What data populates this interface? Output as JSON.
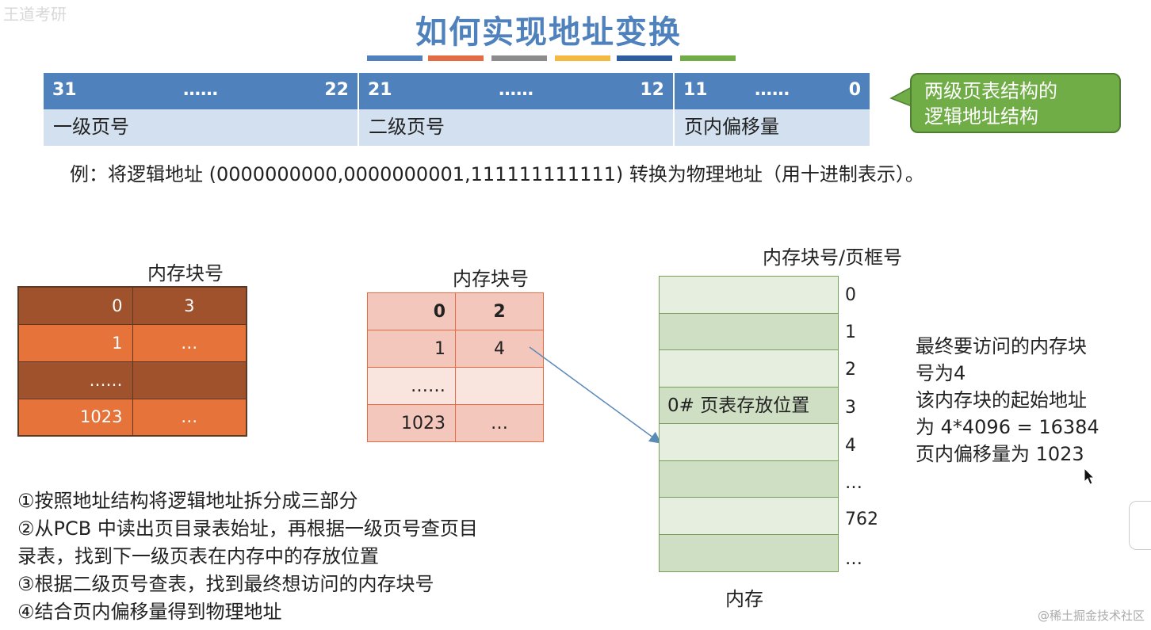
{
  "watermark_top_left": "王道考研",
  "watermark_bottom_right": "@稀土掘金技术社区",
  "title": "如何实现地址变换",
  "title_bar_colors": [
    "#4f81bd",
    "#e36c45",
    "#8c8c8c",
    "#f5b942",
    "#2e5da0",
    "#70ad47"
  ],
  "address_structure": {
    "segments": [
      {
        "high": "31",
        "dots": "……",
        "low": "22",
        "name": "一级页号"
      },
      {
        "high": "21",
        "dots": "……",
        "low": "12",
        "name": "二级页号"
      },
      {
        "high": "11",
        "dots": "……",
        "low": "0",
        "name": "页内偏移量"
      }
    ]
  },
  "callout": {
    "line1": "两级页表结构的",
    "line2": "逻辑地址结构"
  },
  "example": "例：将逻辑地址 (0000000000,0000000001,111111111111) 转换为物理地址（用十进制表示）。",
  "table1": {
    "label": "内存块号",
    "rows": [
      [
        "0",
        "3"
      ],
      [
        "1",
        "…"
      ],
      [
        "……",
        ""
      ],
      [
        "1023",
        "…"
      ]
    ]
  },
  "table2": {
    "label": "内存块号",
    "rows": [
      [
        "0",
        "2"
      ],
      [
        "1",
        "4"
      ],
      [
        "……",
        ""
      ],
      [
        "1023",
        "…"
      ]
    ]
  },
  "memory": {
    "header": "内存块号/页框号",
    "footer": "内存",
    "cells": [
      "",
      "",
      "",
      "0# 页表存放位置",
      "",
      "",
      "",
      ""
    ],
    "indices": [
      "0",
      "1",
      "2",
      "3",
      "4",
      "…",
      "762",
      "…"
    ]
  },
  "result": {
    "line1": "最终要访问的内存块",
    "line2": "号为4",
    "line3": "该内存块的起始地址",
    "line4": "为 4*4096 = 16384",
    "line5": "页内偏移量为 1023"
  },
  "steps": {
    "s1": "①按照地址结构将逻辑地址拆分成三部分",
    "s2a": "②从PCB 中读出页目录表始址，再根据一级页号查页目",
    "s2b": "录表，找到下一级页表在内存中的存放位置",
    "s3": "③根据二级页号查表，找到最终想访问的内存块号",
    "s4": "④结合页内偏移量得到物理地址"
  }
}
